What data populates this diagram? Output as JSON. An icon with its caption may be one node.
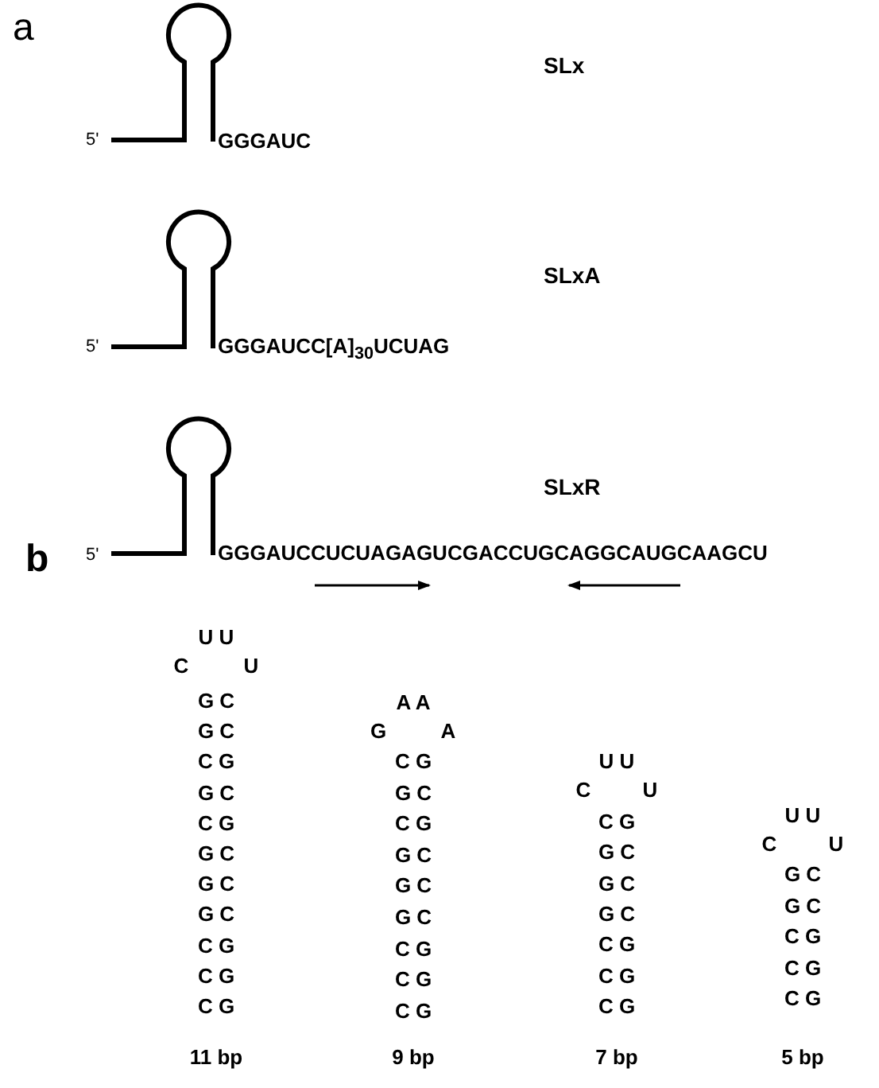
{
  "diagram": {
    "labels": [
      "a",
      "SLx",
      "5'",
      "GGGAUC",
      "SLxA",
      "5'",
      "GGGAUCC[A]$_{30}$UCUAG",
      "SLxR",
      "5'",
      "GGGAUCCUCUAGAGUCGACCUGCAGGCAUGCAAGCU",
      "b",
      "U U",
      "C",
      "U",
      "G C",
      "G C",
      "C G",
      "G C",
      "C G",
      "G C",
      "G C",
      "G C",
      "C G",
      "C G",
      "C G",
      "11 bp",
      "A A",
      "G",
      "A",
      "C G",
      "G C",
      "C G",
      "G C",
      "G C",
      "G C",
      "C G",
      "C G",
      "C G",
      "9 bp",
      "U U",
      "C",
      "U",
      "C G",
      "G C",
      "G C",
      "G C",
      "C G",
      "C G",
      "C G",
      "7 bp",
      "U U",
      "C",
      "U",
      "G C",
      "G C",
      "C G",
      "C G",
      "C G",
      "5 bp"
    ]
  }
}
